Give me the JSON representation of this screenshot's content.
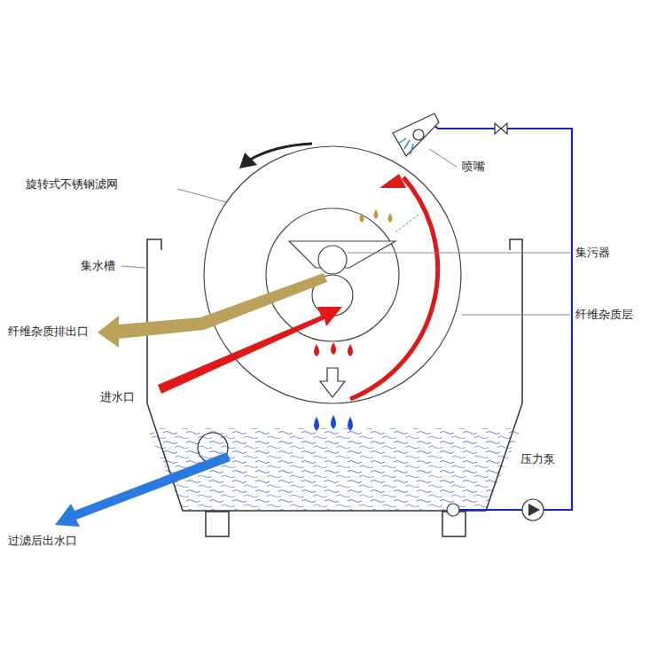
{
  "diagram": {
    "labels": [
      "旋转式不锈钢滤网",
      "喷嘴",
      "集水槽",
      "集污器",
      "纤维杂质排出口",
      "纤维杂质层",
      "进水口",
      "压力泵",
      "过滤后出水口"
    ]
  }
}
